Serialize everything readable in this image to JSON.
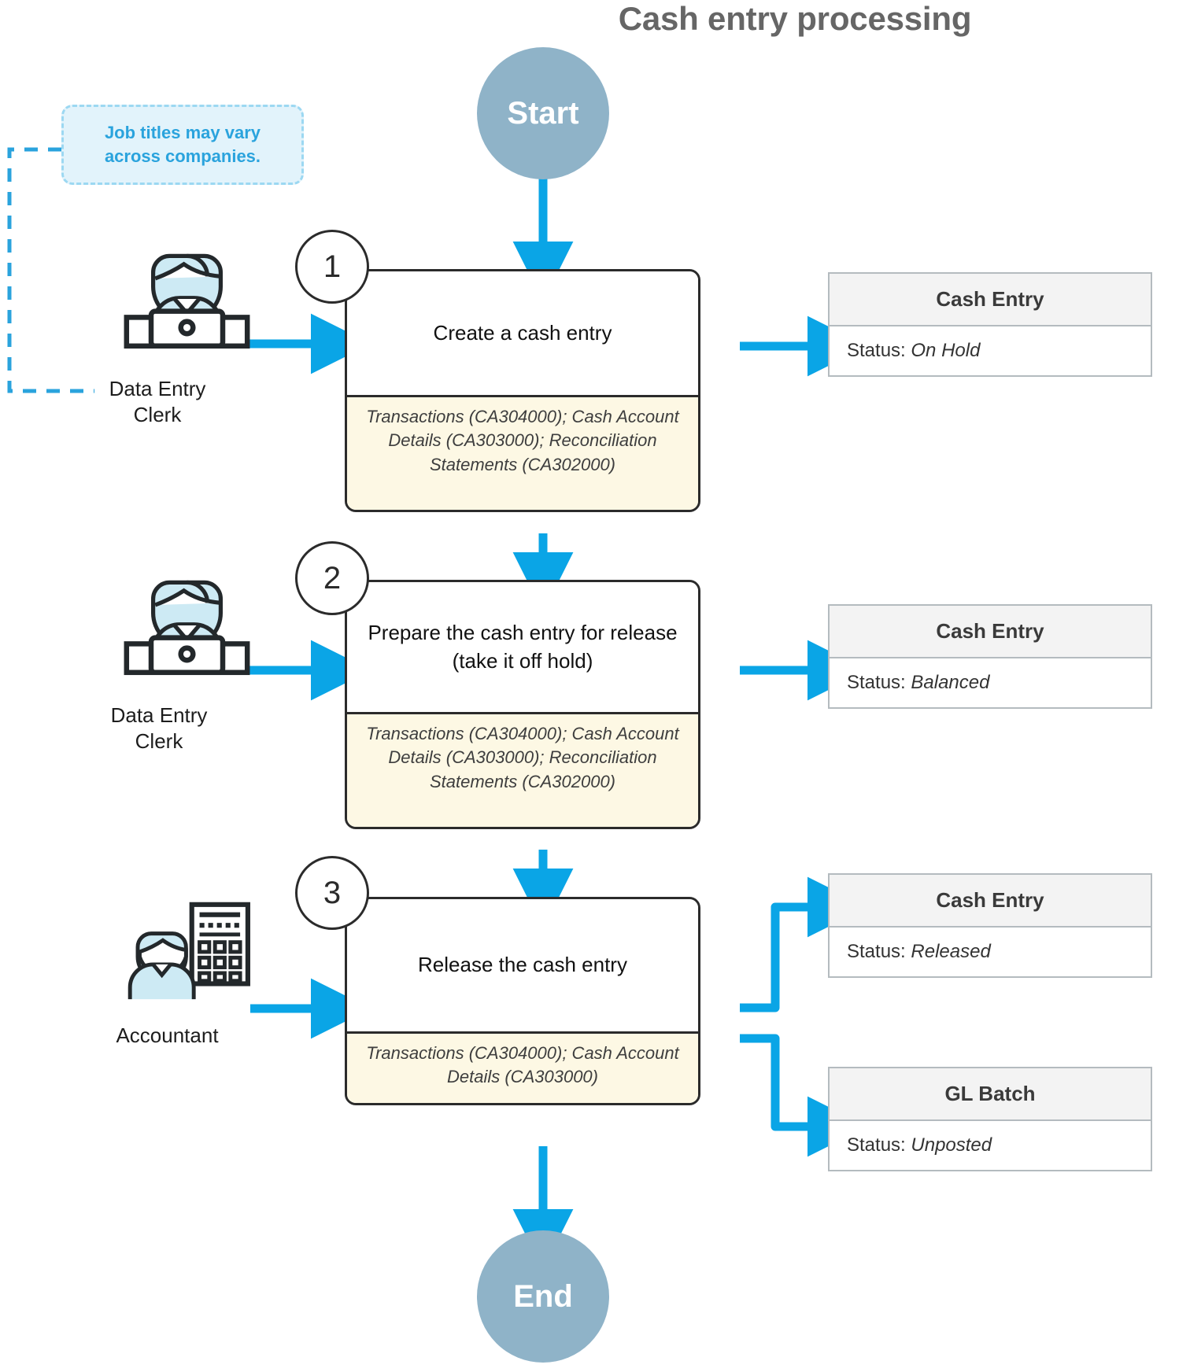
{
  "title": "Cash entry processing",
  "terminators": {
    "start": "Start",
    "end": "End"
  },
  "callout": {
    "text": "Job titles may vary across companies."
  },
  "colors": {
    "arrow": "#0aa5e6",
    "terminator": "#8fb3c8",
    "screens_bg": "#fdf8e4",
    "callout_bg": "#e2f3fb",
    "callout_text": "#2aa3dd",
    "entity_head_bg": "#f3f3f3",
    "title_text": "#666666",
    "box_border": "#2b2b2b"
  },
  "steps": [
    {
      "number": "1",
      "action": "Create a cash entry",
      "screens": "Transactions (CA304000); Cash Account Details (CA303000); Reconciliation Statements (CA302000)",
      "role": {
        "name": "Data Entry Clerk",
        "icon": "person-at-laptop-icon"
      },
      "outputs": [
        {
          "entity": "Cash Entry",
          "status_label": "Status:",
          "status_value": "On Hold"
        }
      ]
    },
    {
      "number": "2",
      "action": "Prepare the cash entry for release (take it off hold)",
      "screens": "Transactions (CA304000); Cash Account Details (CA303000); Reconciliation Statements (CA302000)",
      "role": {
        "name": "Data Entry Clerk",
        "icon": "person-at-laptop-icon"
      },
      "outputs": [
        {
          "entity": "Cash Entry",
          "status_label": "Status:",
          "status_value": "Balanced"
        }
      ]
    },
    {
      "number": "3",
      "action": "Release the cash entry",
      "screens": "Transactions (CA304000); Cash Account Details (CA303000)",
      "role": {
        "name": "Accountant",
        "icon": "person-with-calculator-icon"
      },
      "outputs": [
        {
          "entity": "Cash Entry",
          "status_label": "Status:",
          "status_value": "Released"
        },
        {
          "entity": "GL Batch",
          "status_label": "Status:",
          "status_value": "Unposted"
        }
      ]
    }
  ]
}
